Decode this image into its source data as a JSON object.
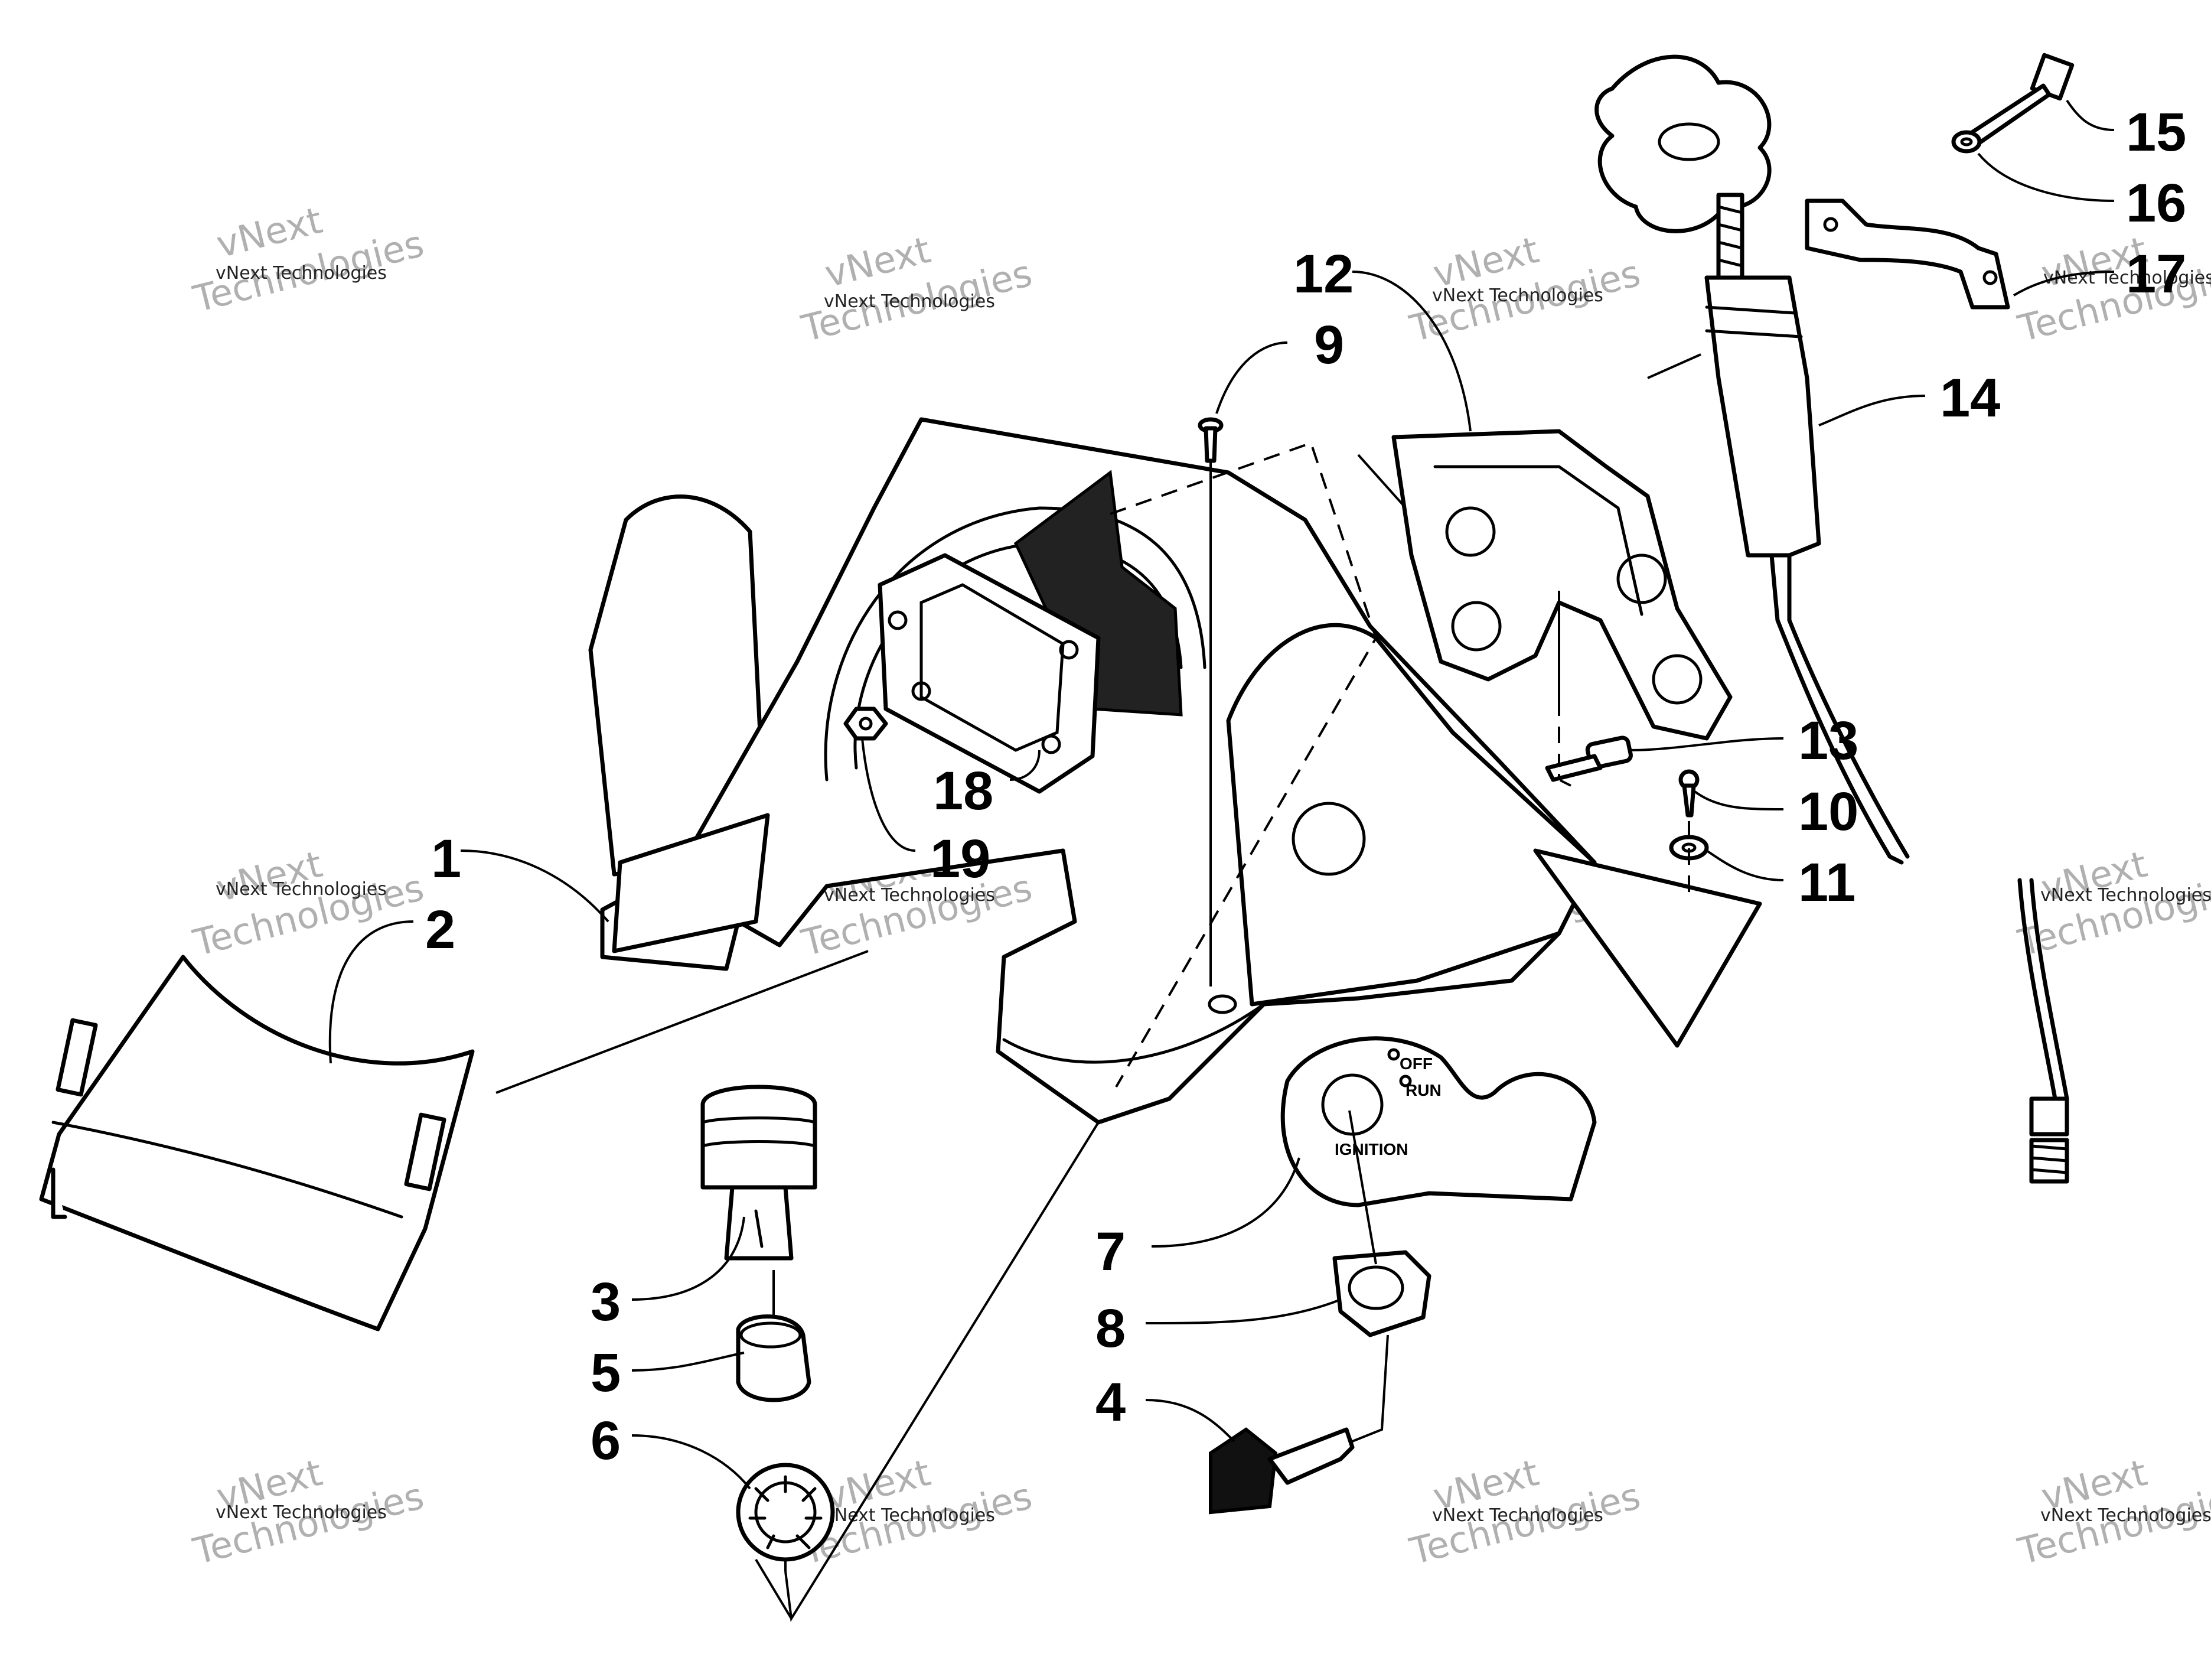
{
  "diagram": {
    "callouts": [
      {
        "number": "1"
      },
      {
        "number": "2"
      },
      {
        "number": "3"
      },
      {
        "number": "4"
      },
      {
        "number": "5"
      },
      {
        "number": "6"
      },
      {
        "number": "7"
      },
      {
        "number": "8"
      },
      {
        "number": "9"
      },
      {
        "number": "10"
      },
      {
        "number": "11"
      },
      {
        "number": "12"
      },
      {
        "number": "13"
      },
      {
        "number": "14"
      },
      {
        "number": "15"
      },
      {
        "number": "16"
      },
      {
        "number": "17"
      },
      {
        "number": "18"
      },
      {
        "number": "19"
      }
    ],
    "ignition_labels": {
      "off": "OFF",
      "run": "RUN",
      "ignition": "IGNITION"
    }
  },
  "watermark": {
    "line1": "vNext Technologies",
    "line2": "vNext",
    "line3": "Technologies"
  }
}
